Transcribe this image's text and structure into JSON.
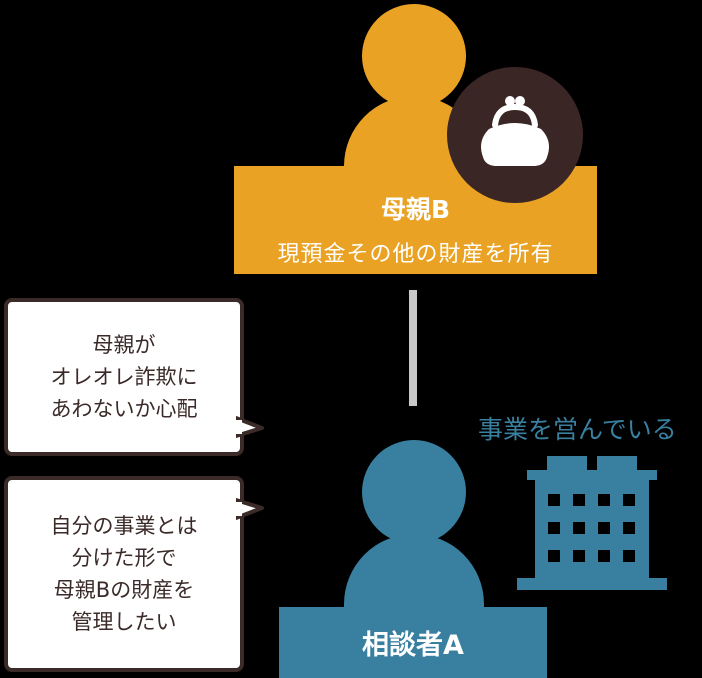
{
  "mother": {
    "name": "母親B",
    "description": "現預金その他の財産を所有",
    "color": "#e9a224",
    "icon": "purse-icon",
    "icon_bg": "#3a2624"
  },
  "consultant": {
    "name": "相談者A",
    "color": "#3980a0"
  },
  "business": {
    "label": "事業を営んでいる",
    "icon": "building-icon",
    "color": "#3980a0"
  },
  "connector": {
    "color": "#c8c8c8"
  },
  "bubbles": [
    {
      "lines": [
        "母親が",
        "オレオレ詐欺に",
        "あわないか心配"
      ]
    },
    {
      "lines": [
        "自分の事業とは",
        "分けた形で",
        "母親Bの財産を",
        "管理したい"
      ]
    }
  ]
}
